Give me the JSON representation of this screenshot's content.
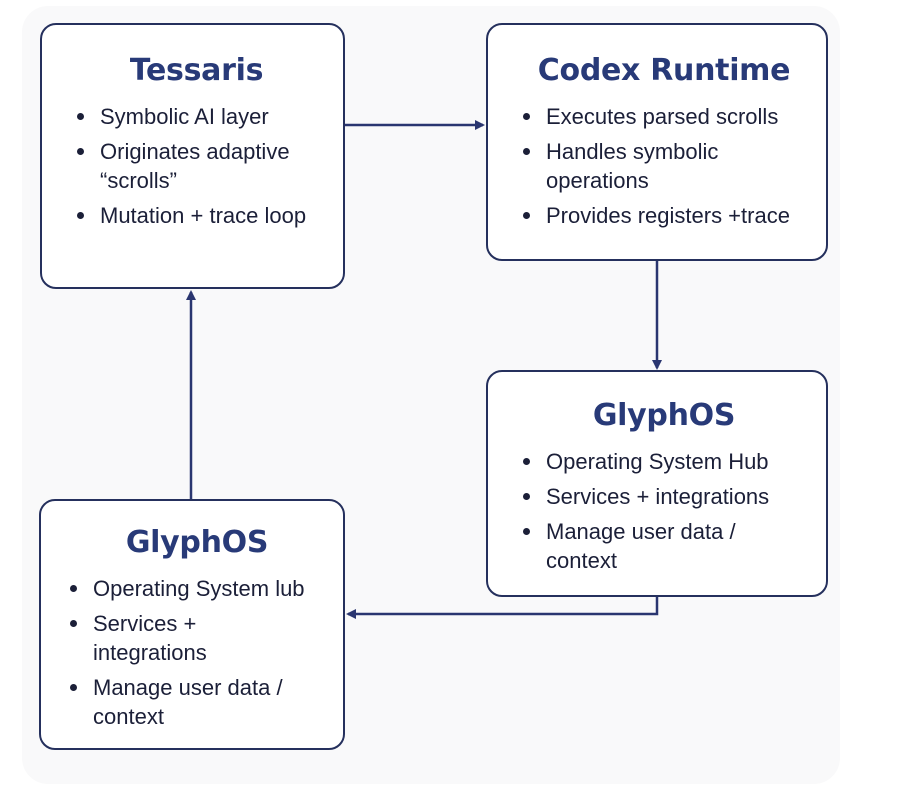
{
  "nodes": [
    {
      "title": "Tessaris",
      "items": [
        "Symbolic AI layer",
        "Originates adaptive “scrolls”",
        "Mutation + trace loop"
      ]
    },
    {
      "title": "Codex Runtime",
      "items": [
        "Executes parsed scrolls",
        "Handles symbolic operations",
        "Provides registers +trace"
      ]
    },
    {
      "title": "GlyphOS",
      "items": [
        "Operating System Hub",
        "Services + integrations",
        "Manage user data / context"
      ]
    },
    {
      "title": "GlyphOS",
      "items": [
        "Operating System lub",
        "Services + integrations",
        "Manage user data / context"
      ]
    }
  ],
  "colors": {
    "border": "#25305d",
    "title": "#283a78",
    "text": "#1b1f38",
    "arrow": "#2a3670",
    "background": "#f9f9fa"
  }
}
